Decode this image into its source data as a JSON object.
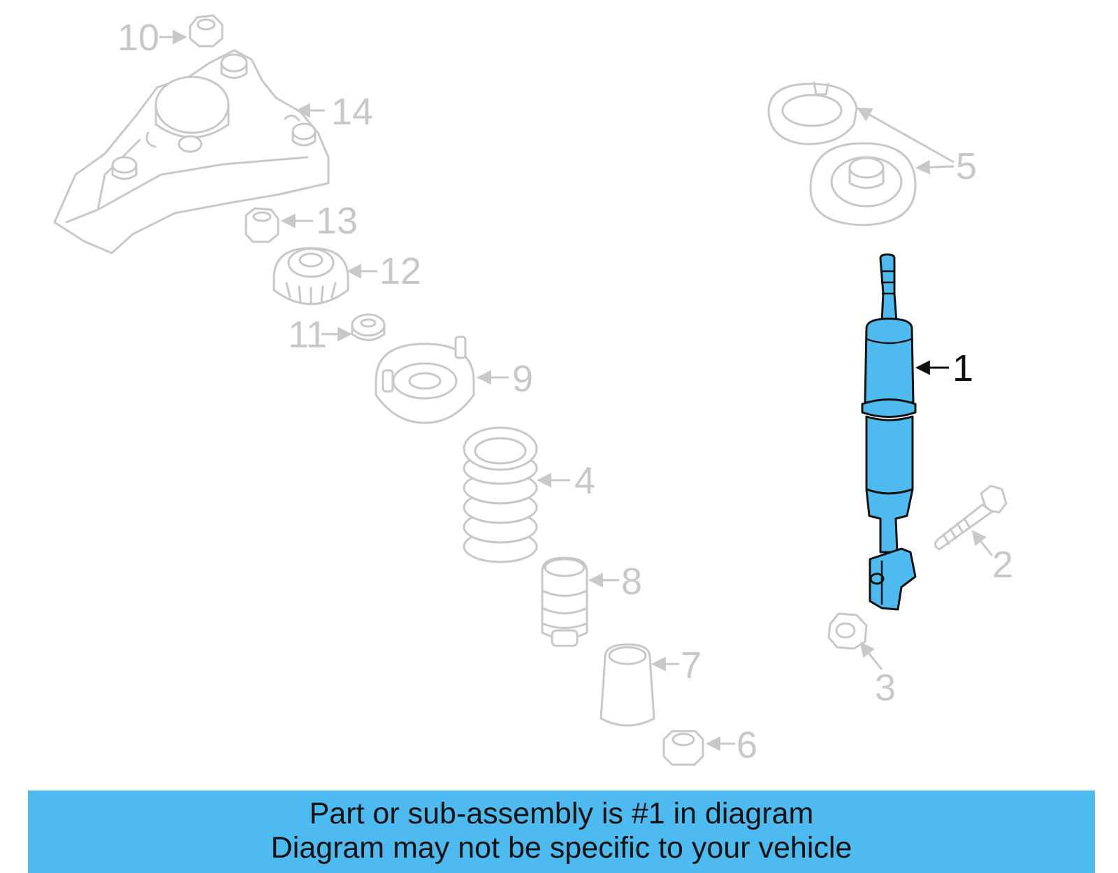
{
  "diagram": {
    "callouts": [
      {
        "id": "1",
        "label": "1"
      },
      {
        "id": "2",
        "label": "2"
      },
      {
        "id": "3",
        "label": "3"
      },
      {
        "id": "4",
        "label": "4"
      },
      {
        "id": "5",
        "label": "5"
      },
      {
        "id": "6",
        "label": "6"
      },
      {
        "id": "7",
        "label": "7"
      },
      {
        "id": "8",
        "label": "8"
      },
      {
        "id": "9",
        "label": "9"
      },
      {
        "id": "10",
        "label": "10"
      },
      {
        "id": "11",
        "label": "11"
      },
      {
        "id": "12",
        "label": "12"
      },
      {
        "id": "13",
        "label": "13"
      },
      {
        "id": "14",
        "label": "14"
      }
    ],
    "highlighted_part": "1",
    "highlight_color": "#4dbaf0",
    "ghost_color": "#c8c8c8"
  },
  "banner": {
    "line1": "Part or sub-assembly is #1 in diagram",
    "line2": "Diagram may not be specific to your vehicle",
    "background": "#4dbaf0"
  }
}
